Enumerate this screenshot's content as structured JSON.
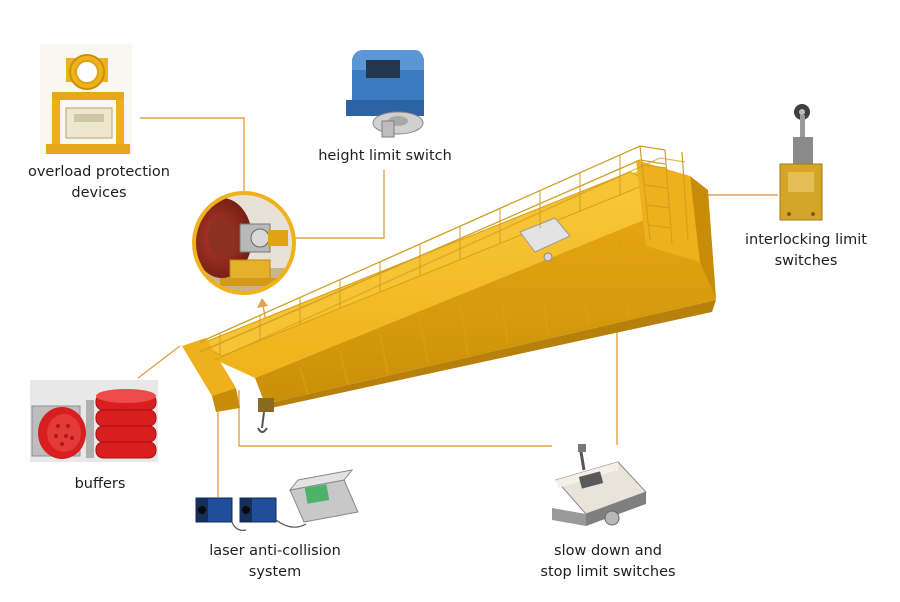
{
  "colors": {
    "leader_line": "#e3a14a",
    "crane_yellow": "#f2b81b",
    "crane_shadow": "#d39a0c",
    "switch_blue": "#2f6fb5",
    "buffer_red": "#d91d1d"
  },
  "components": [
    {
      "id": "overload",
      "icon": "overload-protection-device-icon",
      "lines": [
        "overload protection",
        "devices"
      ]
    },
    {
      "id": "height",
      "icon": "height-limit-switch-icon",
      "lines": [
        "height limit switch"
      ]
    },
    {
      "id": "interlocking",
      "icon": "interlocking-limit-switch-icon",
      "lines": [
        "interlocking limit",
        "switches"
      ]
    },
    {
      "id": "buffers",
      "icon": "buffer-icon",
      "lines": [
        "buffers"
      ]
    },
    {
      "id": "laser",
      "icon": "laser-anti-collision-icon",
      "lines": [
        "laser anti-collision",
        "system"
      ]
    },
    {
      "id": "slowdown",
      "icon": "slow-down-stop-switch-icon",
      "lines": [
        "slow down and",
        "stop limit switches"
      ]
    }
  ]
}
